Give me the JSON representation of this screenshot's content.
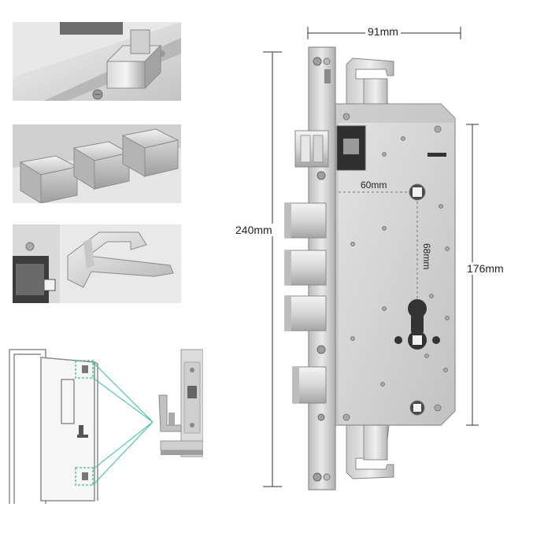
{
  "dimensions": {
    "width_label": "91mm",
    "height_label": "240mm",
    "body_height_label": "176mm",
    "backset_label": "60mm",
    "center_distance_label": "68mm"
  },
  "colors": {
    "steel_light": "#e6e6e6",
    "steel_mid": "#c9c9c9",
    "steel_dark": "#9a9a9a",
    "line": "#333333",
    "guide_dash": "#777777",
    "door_frame": "#8a8a8a",
    "highlight_box": "#3cbf8c"
  }
}
